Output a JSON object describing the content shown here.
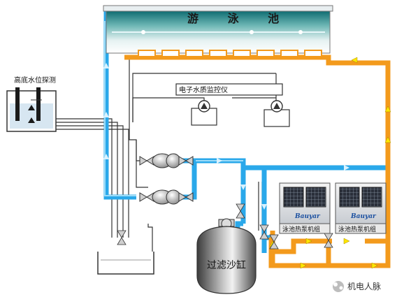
{
  "pool": {
    "label": "游 泳 池"
  },
  "level_probe": {
    "label": "高底水位探测"
  },
  "monitor": {
    "label": "电子水质监控仪"
  },
  "filter": {
    "label": "过滤沙缸"
  },
  "heat_pump_units": [
    {
      "label": "泳池热泵机组",
      "brand": "Bauyar"
    },
    {
      "label": "泳池热泵机组",
      "brand": "Bauyar"
    }
  ],
  "watermark": {
    "text": "机电人脉"
  },
  "colors": {
    "cold_pipe": "#2aa8ea",
    "hot_pipe": "#f39a1c",
    "flow_arrow": "#ffe600",
    "pool_water": "#1d8f8f",
    "control_line": "#333333"
  }
}
